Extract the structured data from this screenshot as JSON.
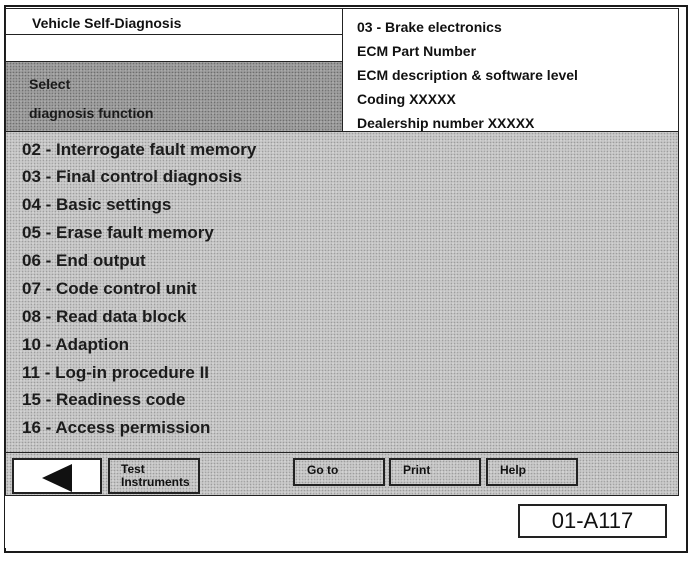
{
  "header": {
    "title": "Vehicle Self-Diagnosis",
    "select_line1": "Select",
    "select_line2": "diagnosis function"
  },
  "info": {
    "module": "03 - Brake electronics",
    "part_number": "ECM Part Number",
    "description": "ECM description & software level",
    "coding": "Coding XXXXX",
    "dealership": "Dealership number XXXXX"
  },
  "menu": {
    "items": [
      "02 - Interrogate fault memory",
      "03 - Final control diagnosis",
      "04 - Basic settings",
      "05 - Erase fault memory",
      "06 - End output",
      "07 - Code control unit",
      "08 - Read data block",
      "10 - Adaption",
      "11 - Log-in procedure II",
      "15 - Readiness code",
      "16 - Access permission"
    ]
  },
  "toolbar": {
    "back_icon": "left-arrow-icon",
    "test_line1": "Test",
    "test_line2": "Instruments",
    "goto_label": "Go to",
    "print_label": "Print",
    "help_label": "Help"
  },
  "footer": {
    "figure_code": "01-A117"
  }
}
